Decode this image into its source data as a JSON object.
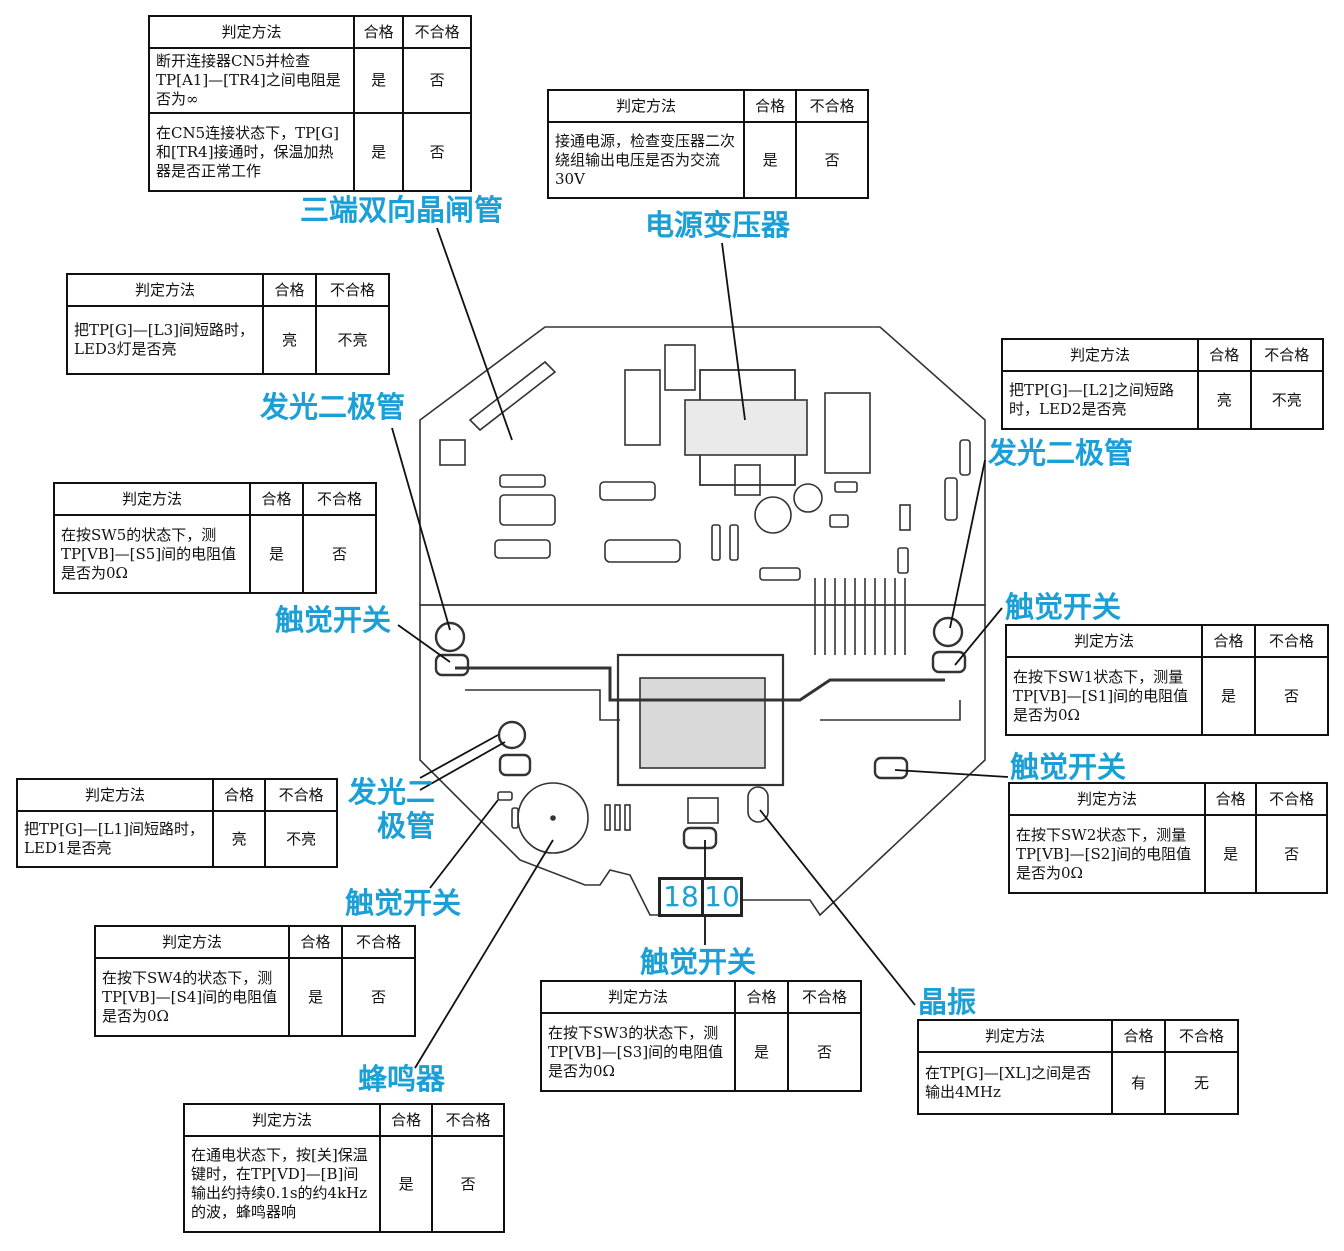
{
  "headers": {
    "method": "判定方法",
    "pass": "合格",
    "fail": "不合格"
  },
  "tables": [
    {
      "id": "triac",
      "method": "断开连接器CN5并检查TP[A1]—[TR4]之间电阻是否为∞",
      "pass": "是",
      "fail": "否",
      "method2": "在CN5连接状态下，TP[G]和[TR4]接通时，保温加热器是否正常工作",
      "pass2": "是",
      "fail2": "否"
    },
    {
      "id": "transformer",
      "method": "接通电源，检查变压器二次绕组输出电压是否为交流30V",
      "pass": "是",
      "fail": "否"
    },
    {
      "id": "led3",
      "method": "把TP[G]—[L3]间短路时，LED3灯是否亮",
      "pass": "亮",
      "fail": "不亮"
    },
    {
      "id": "led2",
      "method": "把TP[G]—[L2]之间短路时，LED2是否亮",
      "pass": "亮",
      "fail": "不亮"
    },
    {
      "id": "sw5",
      "method": "在按SW5的状态下，测TP[VB]—[S5]间的电阻值是否为0Ω",
      "pass": "是",
      "fail": "否"
    },
    {
      "id": "sw1",
      "method": "在按下SW1状态下，测量TP[VB]—[S1]间的电阻值是否为0Ω",
      "pass": "是",
      "fail": "否"
    },
    {
      "id": "sw2",
      "method": "在按下SW2状态下，测量TP[VB]—[S2]间的电阻值是否为0Ω",
      "pass": "是",
      "fail": "否"
    },
    {
      "id": "led1",
      "method": "把TP[G]—[L1]间短路时，LED1是否亮",
      "pass": "亮",
      "fail": "不亮"
    },
    {
      "id": "sw4",
      "method": "在按下SW4的状态下，测TP[VB]—[S4]间的电阻值是否为0Ω",
      "pass": "是",
      "fail": "否"
    },
    {
      "id": "sw3",
      "method": "在按下SW3的状态下，测TP[VB]—[S3]间的电阻值是否为0Ω",
      "pass": "是",
      "fail": "否"
    },
    {
      "id": "crystal",
      "method": "在TP[G]—[XL]之间是否输出4MHz",
      "pass": "有",
      "fail": "无"
    },
    {
      "id": "buzzer",
      "method": "在通电状态下，按[关]保温键时，在TP[VD]—[B]间输出约持续0.1s的约4kHz的波，蜂鸣器响",
      "pass": "是",
      "fail": "否"
    }
  ],
  "labels": {
    "triac": "三端双向晶闸管",
    "transformer": "电源变压器",
    "led_left_top": "发光二极管",
    "led_right": "发光二极管",
    "switch_left": "触觉开关",
    "switch_right_top": "触觉开关",
    "switch_right_mid": "触觉开关",
    "led_left_bottom": "发光二极管",
    "switch_left_bottom": "触觉开关",
    "switch_bottom": "触觉开关",
    "crystal": "晶振",
    "buzzer": "蜂鸣器"
  },
  "display_digits": [
    "18",
    "10"
  ],
  "colors": {
    "label": "#1aa0d6",
    "line": "#111111",
    "board": "#333333"
  }
}
